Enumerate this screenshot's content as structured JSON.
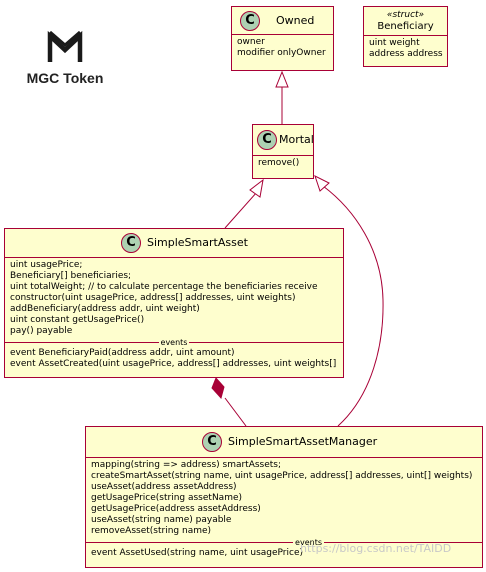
{
  "logo": {
    "text": "MGC Token"
  },
  "classes": {
    "owned": {
      "badge": "C",
      "name": "Owned",
      "members": [
        "owner",
        "modifier onlyOwner"
      ]
    },
    "beneficiary": {
      "stereotype": "«struct»",
      "name": "Beneficiary",
      "members": [
        "uint weight",
        "address address"
      ]
    },
    "mortal": {
      "badge": "C",
      "name": "Mortal",
      "members": [
        "remove()"
      ]
    },
    "simple_smart_asset": {
      "badge": "C",
      "name": "SimpleSmartAsset",
      "members": [
        "uint usagePrice;",
        "Beneficiary[] beneficiaries;",
        "uint totalWeight; // to calculate percentage the beneficiaries receive",
        "constructor(uint usagePrice, address[] addresses, uint weights)",
        "addBeneficiary(address addr, uint weight)",
        "uint constant getUsagePrice()",
        "pay() payable"
      ],
      "separator": "events",
      "events": [
        "event BeneficiaryPaid(address addr, uint amount)",
        "event AssetCreated(uint usagePrice, address[] addresses, uint weights[]"
      ]
    },
    "simple_smart_asset_manager": {
      "badge": "C",
      "name": "SimpleSmartAssetManager",
      "members": [
        "mapping(string => address) smartAssets;",
        "createSmartAsset(string name, uint usagePrice, address[] addresses, uint[] weights)",
        "useAsset(address assetAddress)",
        "getUsagePrice(string assetName)",
        "getUsagePrice(address assetAddress)",
        "useAsset(string name) payable",
        "removeAsset(string name)"
      ],
      "separator": "events",
      "events": [
        "event AssetUsed(string name, uint usagePrice)"
      ]
    }
  },
  "relations": [
    {
      "from": "Mortal",
      "to": "Owned",
      "kind": "inheritance"
    },
    {
      "from": "SimpleSmartAsset",
      "to": "Mortal",
      "kind": "inheritance"
    },
    {
      "from": "SimpleSmartAssetManager",
      "to": "Mortal",
      "kind": "inheritance"
    },
    {
      "from": "SimpleSmartAssetManager",
      "to": "SimpleSmartAsset",
      "kind": "composition"
    }
  ],
  "watermark": "https://blog.csdn.net/TAIDD",
  "colors": {
    "class_fill": "#fefece",
    "border": "#a80036",
    "badge_fill": "#add1b2"
  }
}
